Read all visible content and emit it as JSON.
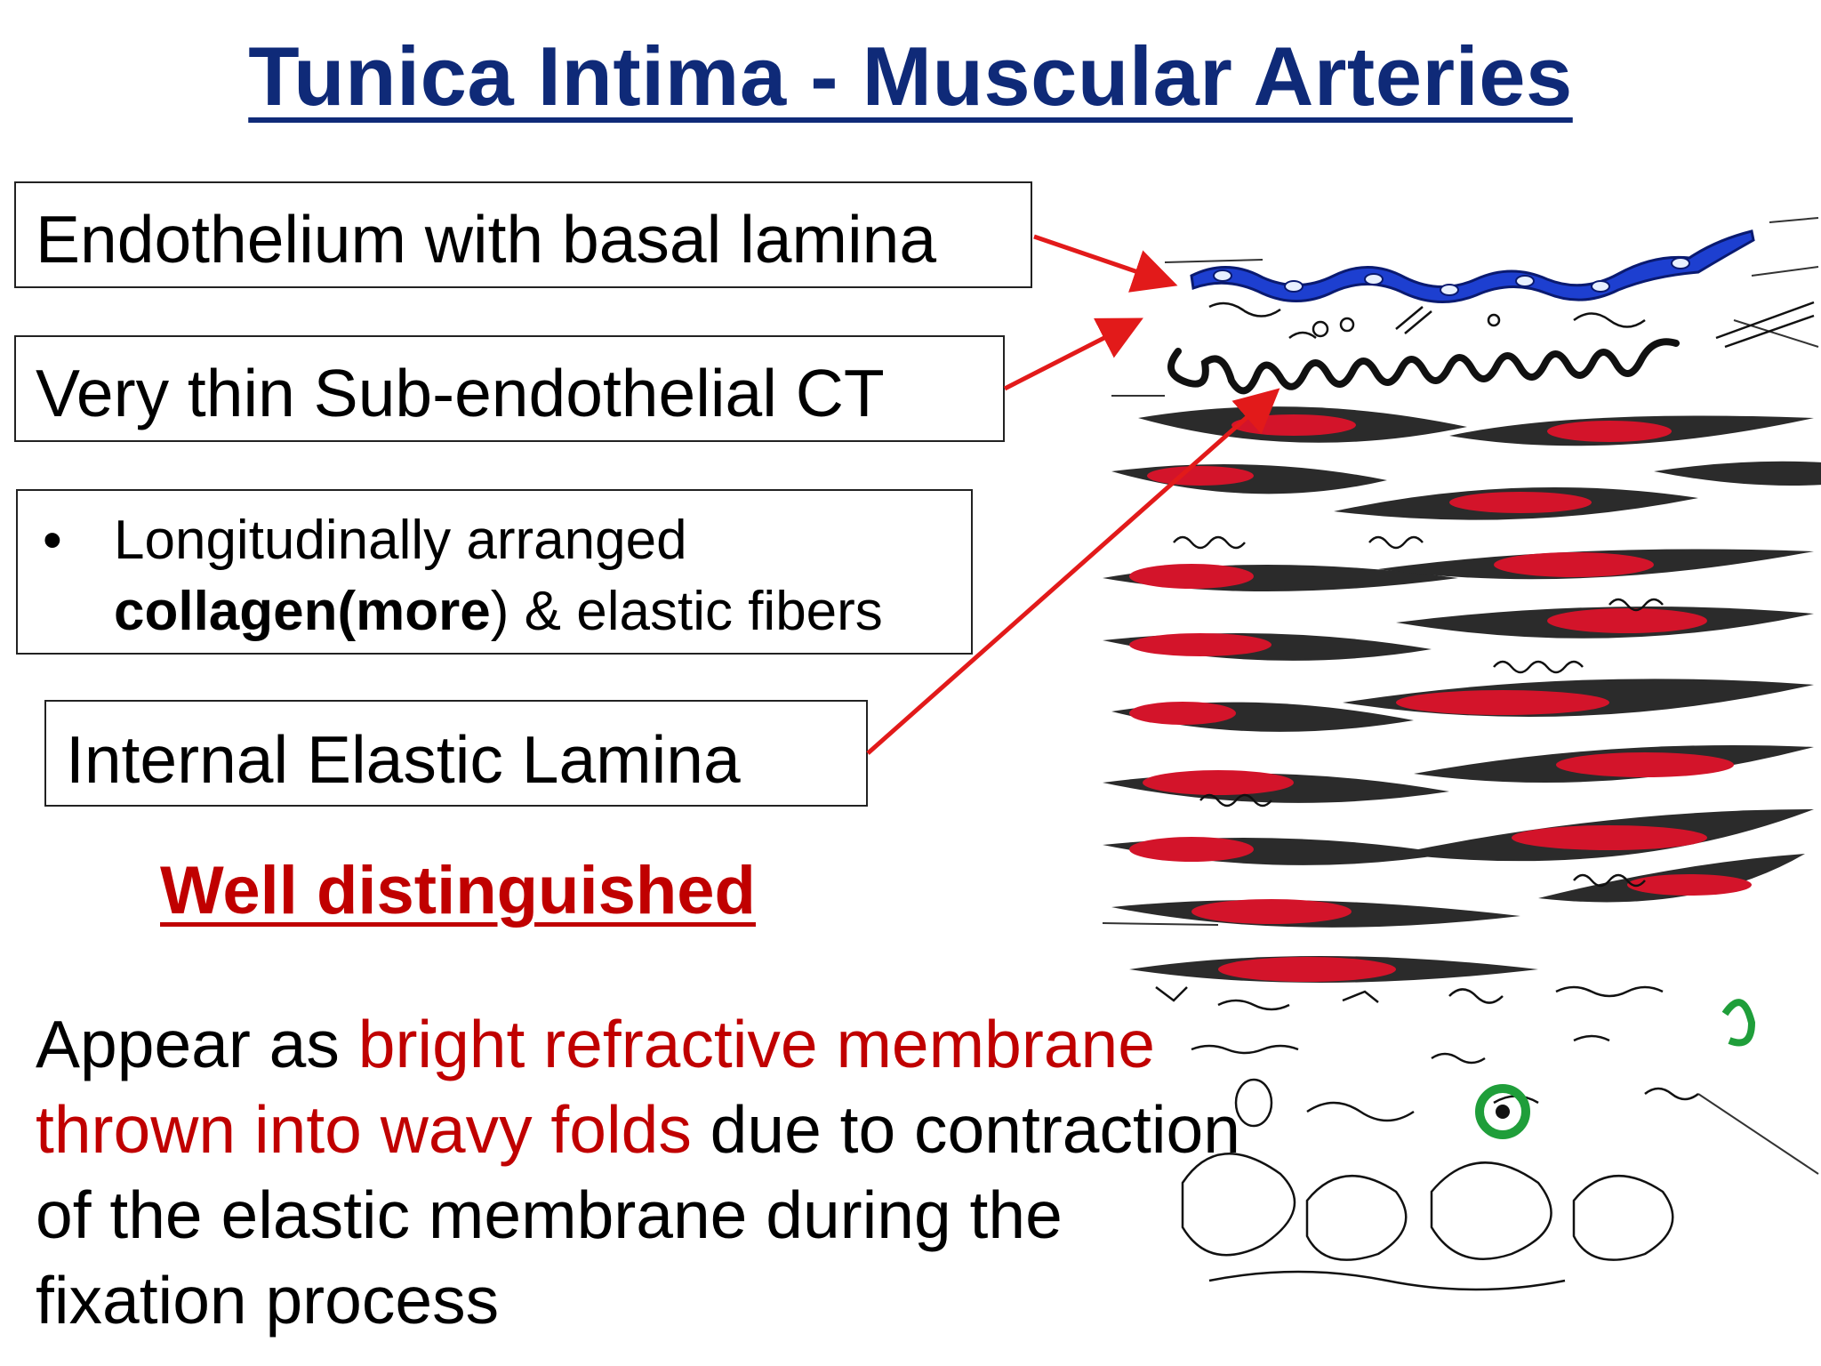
{
  "title": "Tunica Intima - Muscular Arteries",
  "labels": {
    "endothelium": "Endothelium with basal lamina",
    "subendothelial": "Very thin Sub-endothelial CT",
    "fibers_bullet": "•",
    "fibers_line1": "Longitudinally arranged",
    "fibers_bold": "collagen(more",
    "fibers_rest": ") & elastic fibers",
    "iel": "Internal Elastic Lamina"
  },
  "highlight": "Well distinguished",
  "description": {
    "prefix": "Appear as ",
    "red": "bright refractive membrane thrown into wavy folds",
    "suffix": " due to contraction of the elastic membrane during the fixation process"
  },
  "colors": {
    "title": "#0f2a78",
    "accent_red": "#c00000",
    "arrow": "#e21a1a",
    "endothelium": "#1d3fd0",
    "muscle_nucleus": "#d3142a",
    "muscle_cell": "#2b2b2b",
    "adventitia_vessel": "#1f9e3a"
  }
}
